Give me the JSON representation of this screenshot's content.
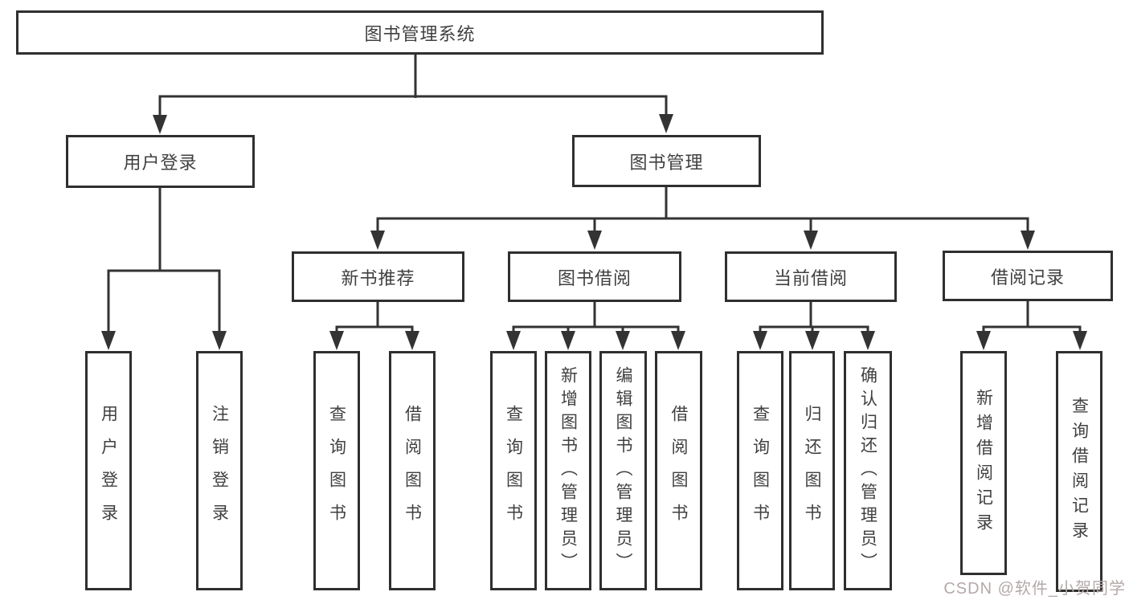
{
  "diagram": {
    "root": {
      "label": "图书管理系统"
    },
    "branches": [
      {
        "label": "用户登录",
        "leaves": [
          {
            "label": "用户登录"
          },
          {
            "label": "注销登录"
          }
        ]
      },
      {
        "label": "图书管理",
        "groups": [
          {
            "label": "新书推荐",
            "leaves": [
              {
                "label": "查询图书"
              },
              {
                "label": "借阅图书"
              }
            ]
          },
          {
            "label": "图书借阅",
            "leaves": [
              {
                "label": "查询图书"
              },
              {
                "label": "新增图书（管理员）"
              },
              {
                "label": "编辑图书（管理员）"
              },
              {
                "label": "借阅图书"
              }
            ]
          },
          {
            "label": "当前借阅",
            "leaves": [
              {
                "label": "查询图书"
              },
              {
                "label": "归还图书"
              },
              {
                "label": "确认归还（管理员）"
              }
            ]
          },
          {
            "label": "借阅记录",
            "leaves": [
              {
                "label": "新增借阅记录"
              },
              {
                "label": "查询借阅记录"
              }
            ]
          }
        ]
      }
    ],
    "colors": {
      "line": "#333333",
      "box_border": "#2f2f2f",
      "text": "#404040",
      "background": "#ffffff"
    }
  },
  "watermark": {
    "text": "CSDN @软件_小贺同学",
    "color": "#b5a9a9"
  }
}
